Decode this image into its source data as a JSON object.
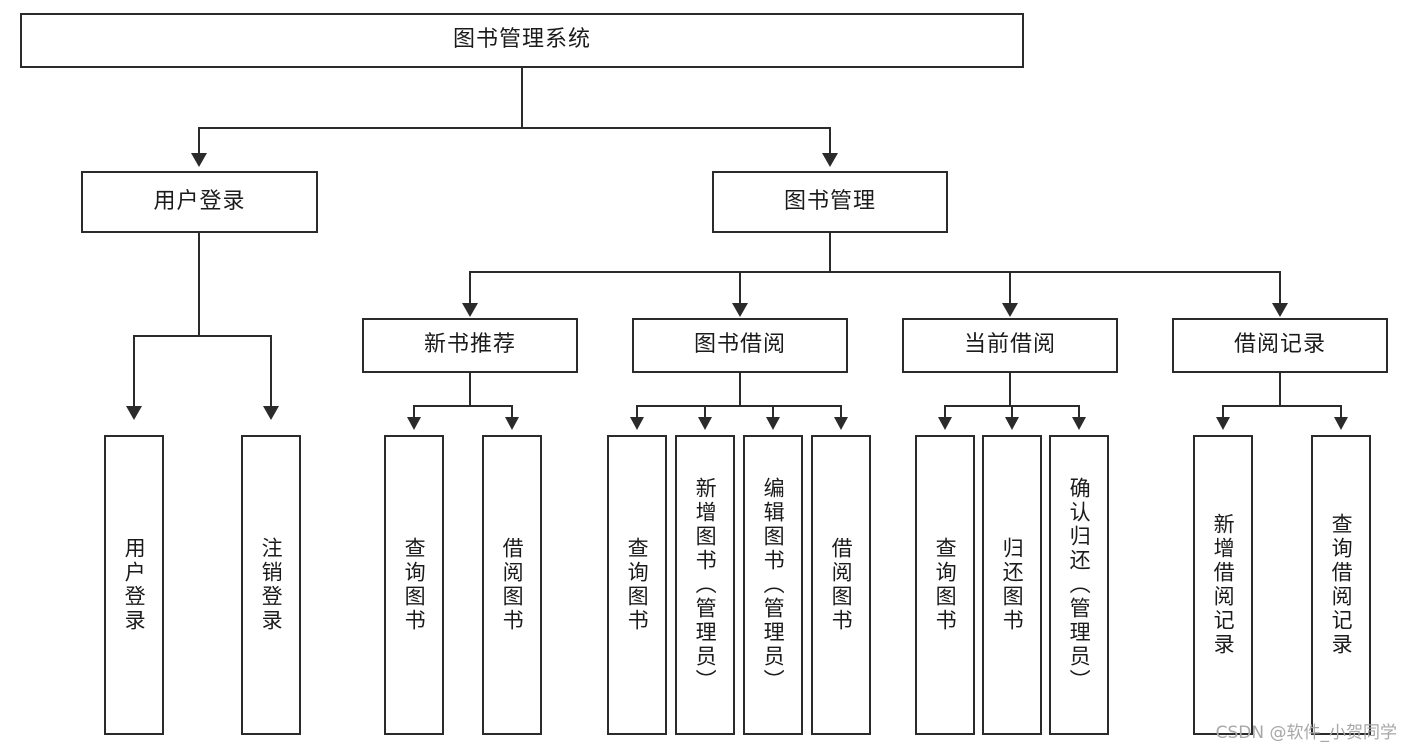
{
  "diagram": {
    "title": "图书管理系统",
    "type": "tree-hierarchy",
    "watermark": "CSDN @软件_小贺同学",
    "colors": {
      "stroke": "#2b2b2b",
      "fill": "#ffffff",
      "text": "#1b1b1b",
      "watermark": "#a8a8a8"
    },
    "root": {
      "label": "图书管理系统"
    },
    "level2": [
      {
        "label": "用户登录"
      },
      {
        "label": "图书管理"
      }
    ],
    "level3": [
      {
        "label": "新书推荐"
      },
      {
        "label": "图书借阅"
      },
      {
        "label": "当前借阅"
      },
      {
        "label": "借阅记录"
      }
    ],
    "leaves": {
      "user_login": [
        {
          "label": "用户登录"
        },
        {
          "label": "注销登录"
        }
      ],
      "new_book": [
        {
          "label": "查询图书"
        },
        {
          "label": "借阅图书"
        }
      ],
      "book_borrow": [
        {
          "label": "查询图书"
        },
        {
          "label": "新增图书（管理员）"
        },
        {
          "label": "编辑图书（管理员）"
        },
        {
          "label": "借阅图书"
        }
      ],
      "current_borrow": [
        {
          "label": "查询图书"
        },
        {
          "label": "归还图书"
        },
        {
          "label": "确认归还（管理员）"
        }
      ],
      "borrow_record": [
        {
          "label": "新增借阅记录"
        },
        {
          "label": "查询借阅记录"
        }
      ]
    }
  }
}
